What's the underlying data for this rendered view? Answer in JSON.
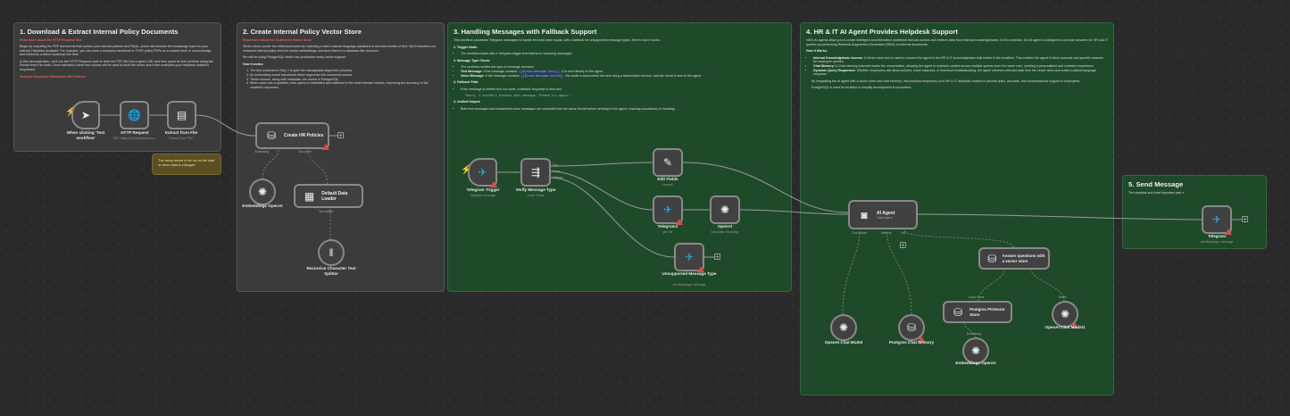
{
  "notes": {
    "n1": {
      "title": "1. Download & Extract Internal Policy Documents",
      "link": "Read more about the HTTP Request Tool",
      "p1": "Begin by importing the PDF documents that contain your internal policies and FAQs—these will become the knowledge base for your Internal Helpdesk Assistant. For example, you can store a company handbook or IT/HR policy PDFs on a shared drive or cloud storage and reference a direct download link here.",
      "p2": "In this demonstration, we'll use the HTTP Request node to fetch the PDF file from a given URL and then parse its text contents using the Extract from File node. Once extracted, these text chunks will be used to build the vector store that underpins your helpdesk chatbot's responses.",
      "link2": "Example Employee Handbook with Policies"
    },
    "n2": {
      "title": "2. Create Internal Policy Vector Store",
      "link": "Read more about the In-Memory Vector Store",
      "p1": "Vector stores power the retrieval process by matching a user's natural language questions to relevant chunks of text. We'll transform our extracted internal policy text into vector embeddings and store them in a database-like structure.",
      "p2": "We will be using PostgreSQL which has production ready vector support.",
      "how": "How it works:",
      "steps": [
        "The text extracted in Step 1 is split into manageable segments (chunks).",
        "An embedding model transforms these segments into numerical vectors.",
        "These vectors, along with metadata, are stored in PostgreSQL.",
        "When users ask a question, their query is embedded and matched to the most relevant vectors, improving the accuracy of the chatbot's responses."
      ]
    },
    "n3": {
      "title": "3. Handling Messages with Fallback Support",
      "intro": "This workflow processes Telegram messages to handle text and voice inputs, with a fallback for unsupported message types. Here's how it works:",
      "h1": "1. Trigger Node:",
      "l1": "The workflow starts with a Telegram trigger that listens for incoming messages.",
      "h2": "2. Message Type Check:",
      "l2a": "The workflow verifies the type of message received:",
      "l2b_label": "Text Message:",
      "l2b_pre": "If the message contains",
      "l2b_code": "{{$json.message.text}}",
      "l2b_post": ", it is sent directly to the agent.",
      "l2c_label": "Voice Message:",
      "l2c_pre": "If the message contains",
      "l2c_code": "{{$json.message.voice}}",
      "l2c_post": ", the audio is transcribed into text using a transcription service, and the result is sent to the agent.",
      "h3": "3. Fallback Path:",
      "l3": "If the message is neither text nor voice, a fallback response is returned:",
      "quote": "\"Sorry, I couldn't process your message. Please try again.\"",
      "h4": "4. Unified Output:",
      "l4": "Both text messages and transcribed voice messages are converted into the same format before sending to the agent, ensuring consistency in handling."
    },
    "n4": {
      "title": "4. HR & IT AI Agent Provides Helpdesk Support",
      "intro": "n8n's AI agents allow you to create intelligent and interactive workflows that can access and retrieve data from internal knowledgebases. In this workflow, the AI agent is configured to provide answers for HR and IT queries by performing Retrieval-Augmented Generation (RAG) on internal documents.",
      "how": "How it Works:",
      "items": [
        {
          "label": "Internal Knowledgebase Access:",
          "text": "A Vector store tool is used to connect the agent to the HR & IT knowledgebase built earlier in the workflow. This enables the agent to fetch accurate and specific answers for employee queries."
        },
        {
          "label": "Chat Memory:",
          "text": "A Chat memory subnode tracks the conversation, allowing the agent to maintain context across multiple queries from the same user, creating a personalized and cohesive experience."
        },
        {
          "label": "Dynamic Query Responses:",
          "text": "Whether employees ask about policies, leave balances, or technical troubleshooting, the agent retrieves relevant data from the vector store and crafts a natural language response."
        }
      ],
      "p2": "By integrating the AI agent with a vector store and chat memory, this workflow empowers your HR & IT helpdesk chatbot to provide quick, accurate, and conversational support to employees.",
      "p3": "PostgreSQL is used for all steps to simplify development in production."
    },
    "n5": {
      "title": "5. Send Message",
      "p1": "The simplest and most important part"
    },
    "warning": {
      "text": "The setup needs to be run at the start or when data is changed"
    }
  },
  "nodes": {
    "manual": {
      "label": "When clicking 'Test workflow'"
    },
    "http": {
      "label": "HTTP Request",
      "sub": "GET: https://s3.amazonaws.co..."
    },
    "extract": {
      "label": "Extract from File",
      "sub": "Extract From PDF"
    },
    "create_hr": {
      "label": "Create HR Policies"
    },
    "emb1": {
      "label": "Embeddings OpenAI"
    },
    "loader": {
      "label": "Default Data Loader"
    },
    "splitter": {
      "label": "Recursive Character Text Splitter"
    },
    "tg_trigger": {
      "label": "Telegram Trigger",
      "sub": "Updates: message"
    },
    "verify": {
      "label": "Verify Message Type",
      "sub": "mode: Rules"
    },
    "edit": {
      "label": "Edit Fields",
      "sub": "manual"
    },
    "tg1": {
      "label": "Telegram1",
      "sub": "get: file"
    },
    "openai_tr": {
      "label": "OpenAI",
      "sub": "transcribe: recording"
    },
    "unsupported": {
      "label": "Unsupported Message Type",
      "sub": "sendMessage: message"
    },
    "agent": {
      "label": "AI Agent",
      "sub": "Tools Agent"
    },
    "answer": {
      "label": "Answer questions with a vector store"
    },
    "pg_store": {
      "label": "Postgres PGVector Store"
    },
    "chat_model": {
      "label": "OpenAI Chat Model"
    },
    "pg_memory": {
      "label": "Postgres Chat Memory"
    },
    "emb2": {
      "label": "Embeddings OpenAI"
    },
    "chat_model1": {
      "label": "OpenAI Chat Model1"
    },
    "tg_send": {
      "label": "Telegram",
      "sub": "sendMessage: message"
    }
  },
  "ports": {
    "embedding": "Embedding",
    "document": "Document",
    "text_splitter": "Text Splitter",
    "text": "Text",
    "audio": "Audio",
    "fallback": "Fallback",
    "chat_model": "Chat Model*",
    "memory": "Memory",
    "tool": "Tool",
    "vector_store": "Vector Store",
    "model": "Model",
    "embedding2": "Embedding"
  }
}
